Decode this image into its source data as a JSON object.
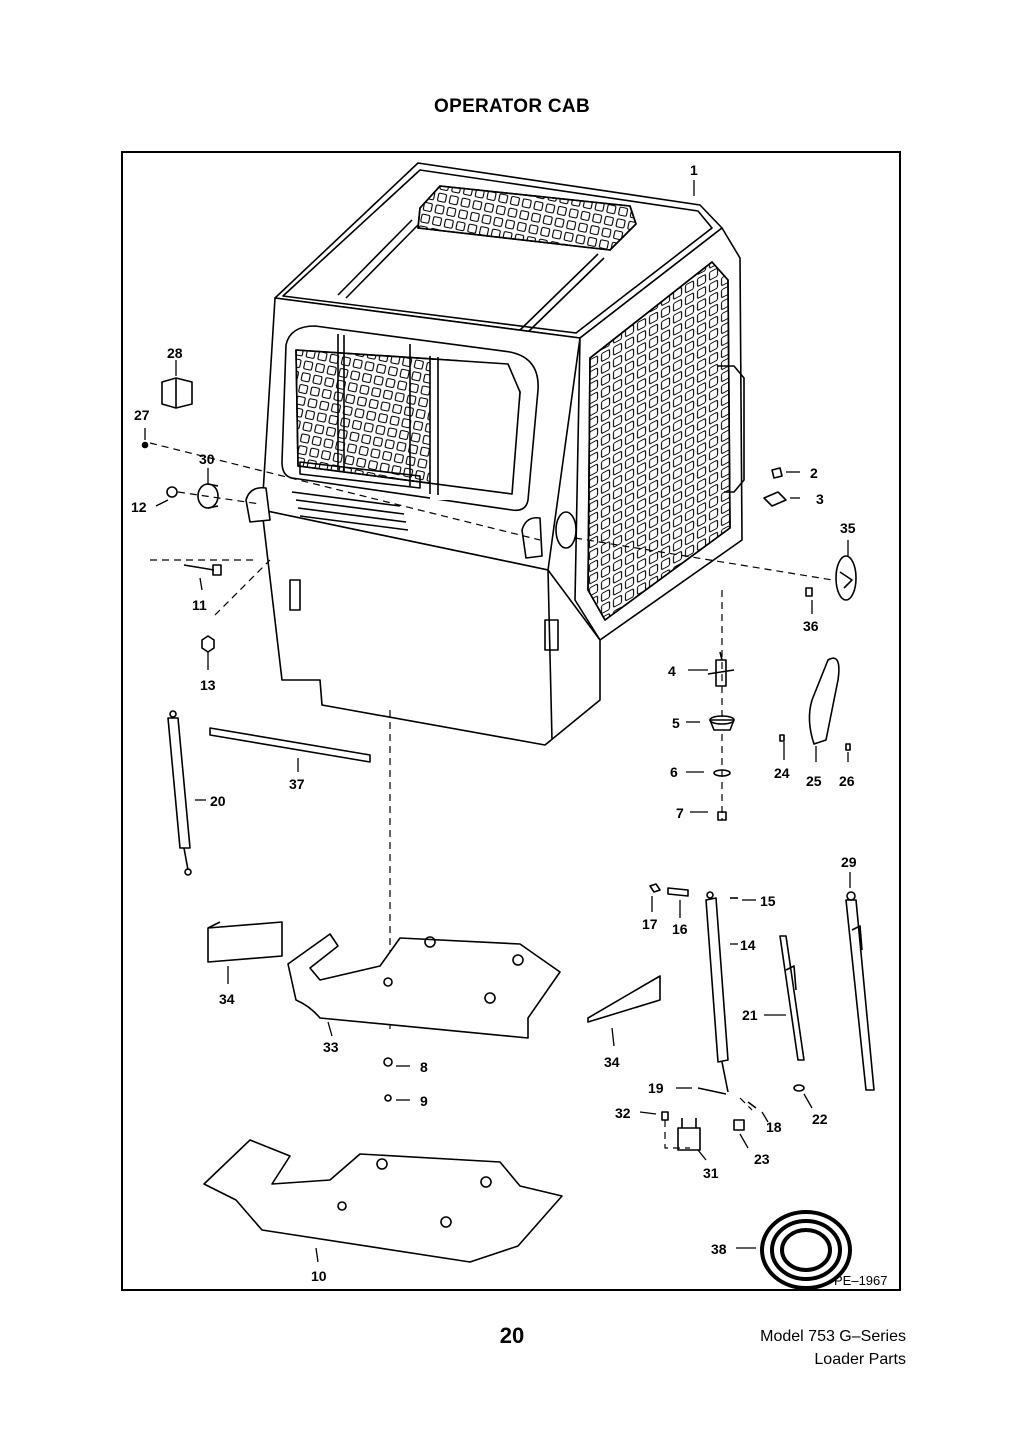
{
  "page": {
    "title": "OPERATOR CAB",
    "page_number": "20",
    "footer_line1": "Model 753 G–Series",
    "footer_line2": "Loader Parts"
  },
  "figure": {
    "drawing_number": "PE–1967",
    "callouts": [
      {
        "id": "c1",
        "label": "1"
      },
      {
        "id": "c2",
        "label": "2"
      },
      {
        "id": "c3",
        "label": "3"
      },
      {
        "id": "c4",
        "label": "4"
      },
      {
        "id": "c5",
        "label": "5"
      },
      {
        "id": "c6",
        "label": "6"
      },
      {
        "id": "c7",
        "label": "7"
      },
      {
        "id": "c8",
        "label": "8"
      },
      {
        "id": "c9",
        "label": "9"
      },
      {
        "id": "c10",
        "label": "10"
      },
      {
        "id": "c11",
        "label": "11"
      },
      {
        "id": "c12",
        "label": "12"
      },
      {
        "id": "c13",
        "label": "13"
      },
      {
        "id": "c14",
        "label": "14"
      },
      {
        "id": "c15",
        "label": "15"
      },
      {
        "id": "c16",
        "label": "16"
      },
      {
        "id": "c17",
        "label": "17"
      },
      {
        "id": "c18",
        "label": "18"
      },
      {
        "id": "c19",
        "label": "19"
      },
      {
        "id": "c20",
        "label": "20"
      },
      {
        "id": "c21",
        "label": "21"
      },
      {
        "id": "c22",
        "label": "22"
      },
      {
        "id": "c23",
        "label": "23"
      },
      {
        "id": "c24",
        "label": "24"
      },
      {
        "id": "c25",
        "label": "25"
      },
      {
        "id": "c26",
        "label": "26"
      },
      {
        "id": "c27",
        "label": "27"
      },
      {
        "id": "c28",
        "label": "28"
      },
      {
        "id": "c29",
        "label": "29"
      },
      {
        "id": "c30",
        "label": "30"
      },
      {
        "id": "c31",
        "label": "31"
      },
      {
        "id": "c32",
        "label": "32"
      },
      {
        "id": "c33",
        "label": "33"
      },
      {
        "id": "c34a",
        "label": "34"
      },
      {
        "id": "c34b",
        "label": "34"
      },
      {
        "id": "c35",
        "label": "35"
      },
      {
        "id": "c36",
        "label": "36"
      },
      {
        "id": "c37",
        "label": "37"
      },
      {
        "id": "c38",
        "label": "38"
      }
    ]
  }
}
